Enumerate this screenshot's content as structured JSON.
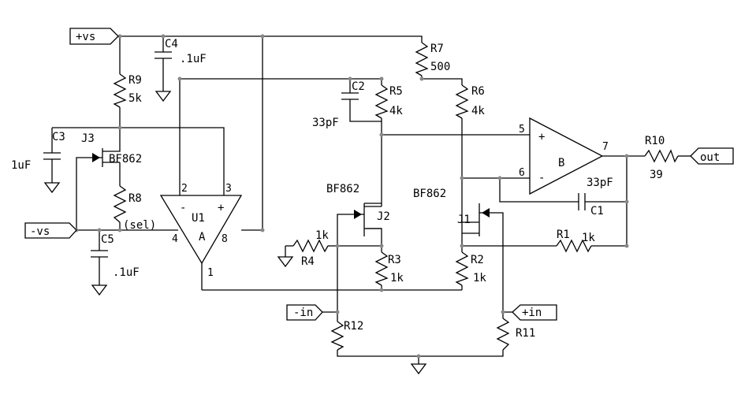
{
  "ports": {
    "vs_pos": "+vs",
    "vs_neg": "-vs",
    "in_neg": "-in",
    "in_pos": "+in",
    "out": "out"
  },
  "components": {
    "C4": {
      "ref": "C4",
      "value": ".1uF"
    },
    "C3": {
      "ref": "C3",
      "value": "1uF"
    },
    "C5": {
      "ref": "C5",
      "value": ".1uF"
    },
    "C2": {
      "ref": "C2",
      "value": "33pF"
    },
    "C1": {
      "ref": "C1",
      "value": "33pF"
    },
    "R9": {
      "ref": "R9",
      "value": "5k"
    },
    "R8": {
      "ref": "R8",
      "value": "(sel)"
    },
    "R7": {
      "ref": "R7",
      "value": "500"
    },
    "R5": {
      "ref": "R5",
      "value": "4k"
    },
    "R6": {
      "ref": "R6",
      "value": "4k"
    },
    "R4": {
      "ref": "R4",
      "value": "1k"
    },
    "R3": {
      "ref": "R3",
      "value": "1k"
    },
    "R2": {
      "ref": "R2",
      "value": "1k"
    },
    "R1": {
      "ref": "R1",
      "value": "1k"
    },
    "R10": {
      "ref": "R10",
      "value": "39"
    },
    "R11": {
      "ref": "R11"
    },
    "R12": {
      "ref": "R12"
    },
    "J1": {
      "ref": "J1",
      "part": "BF862"
    },
    "J2": {
      "ref": "J2",
      "part": "BF862"
    },
    "J3": {
      "ref": "J3",
      "part": "BF862"
    },
    "U1A": {
      "ref": "U1",
      "section": "A",
      "pins": {
        "inv": "2",
        "noninv": "3",
        "p4": "4",
        "p8": "8",
        "out": "1"
      },
      "sym_minus": "-",
      "sym_plus": "+"
    },
    "U1B": {
      "section": "B",
      "pins": {
        "noninv": "5",
        "inv": "6",
        "out": "7"
      },
      "sym_plus": "+",
      "sym_minus": "-"
    }
  },
  "colors": {
    "wire": "#000000",
    "junction": "#888888",
    "background": "#ffffff"
  }
}
